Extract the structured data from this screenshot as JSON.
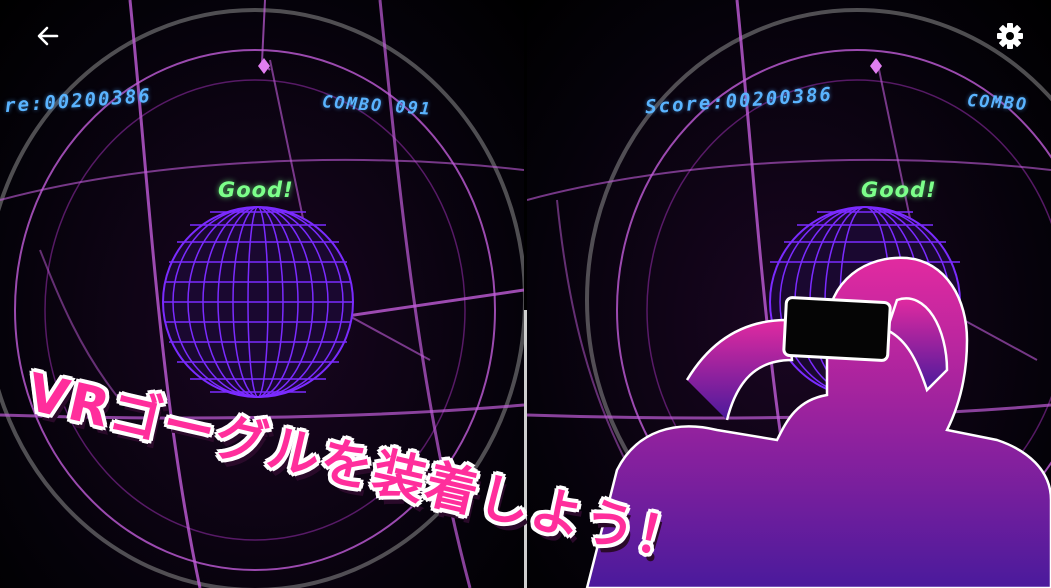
{
  "hud": {
    "left": {
      "score": "re:00200386",
      "combo": "COMBO 091",
      "judgement": "Good!"
    },
    "right": {
      "score": "Score:00200386",
      "combo": "COMBO",
      "judgement": "Good!"
    }
  },
  "top_bar": {
    "back_icon": "arrow-left-icon",
    "settings_icon": "gear-icon"
  },
  "banner_text": "VRゴーグルを装着しよう！",
  "colors": {
    "hud_blue": "#5ab4ff",
    "good_green": "#7cff8a",
    "ring_purple": "#c05cd8",
    "grid_purple": "#7b2bff",
    "banner_pink": "#ff2e9c",
    "person_top": "#e22aa0",
    "person_bottom": "#4a1a9c"
  }
}
